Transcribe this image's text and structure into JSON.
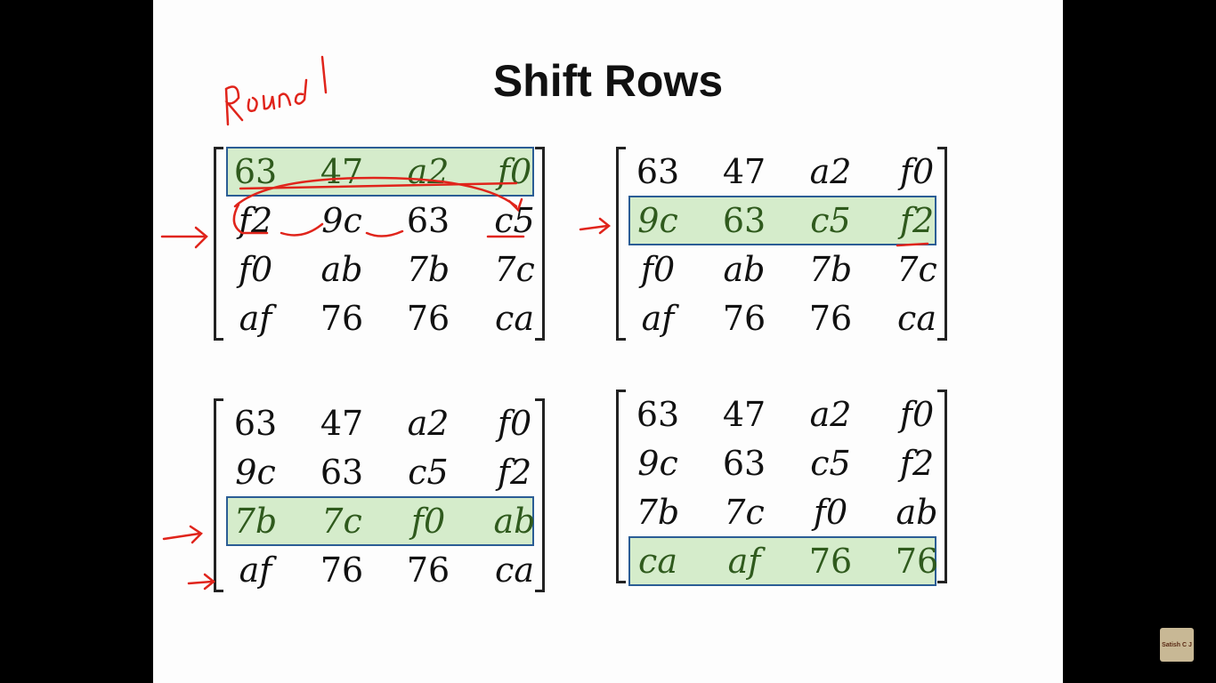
{
  "slide": {
    "title": "Shift Rows",
    "handwritten_note": "Round 1"
  },
  "matrices": [
    {
      "name": "matrix-top-left",
      "highlight_row": 0,
      "rows": [
        [
          "63",
          "47",
          "a2",
          "f0"
        ],
        [
          "f2",
          "9c",
          "63",
          "c5"
        ],
        [
          "f0",
          "ab",
          "7b",
          "7c"
        ],
        [
          "af",
          "76",
          "76",
          "ca"
        ]
      ]
    },
    {
      "name": "matrix-top-right",
      "highlight_row": 1,
      "rows": [
        [
          "63",
          "47",
          "a2",
          "f0"
        ],
        [
          "9c",
          "63",
          "c5",
          "f2"
        ],
        [
          "f0",
          "ab",
          "7b",
          "7c"
        ],
        [
          "af",
          "76",
          "76",
          "ca"
        ]
      ]
    },
    {
      "name": "matrix-bottom-left",
      "highlight_row": 2,
      "rows": [
        [
          "63",
          "47",
          "a2",
          "f0"
        ],
        [
          "9c",
          "63",
          "c5",
          "f2"
        ],
        [
          "7b",
          "7c",
          "f0",
          "ab"
        ],
        [
          "af",
          "76",
          "76",
          "ca"
        ]
      ]
    },
    {
      "name": "matrix-bottom-right",
      "highlight_row": 3,
      "rows": [
        [
          "63",
          "47",
          "a2",
          "f0"
        ],
        [
          "9c",
          "63",
          "c5",
          "f2"
        ],
        [
          "7b",
          "7c",
          "f0",
          "ab"
        ],
        [
          "ca",
          "af",
          "76",
          "76"
        ]
      ]
    }
  ],
  "watermark": {
    "text": "Satish C J"
  },
  "colors": {
    "highlight_fill": "#d5eccb",
    "highlight_border": "#2b5d95",
    "ink": "#e0241b"
  }
}
